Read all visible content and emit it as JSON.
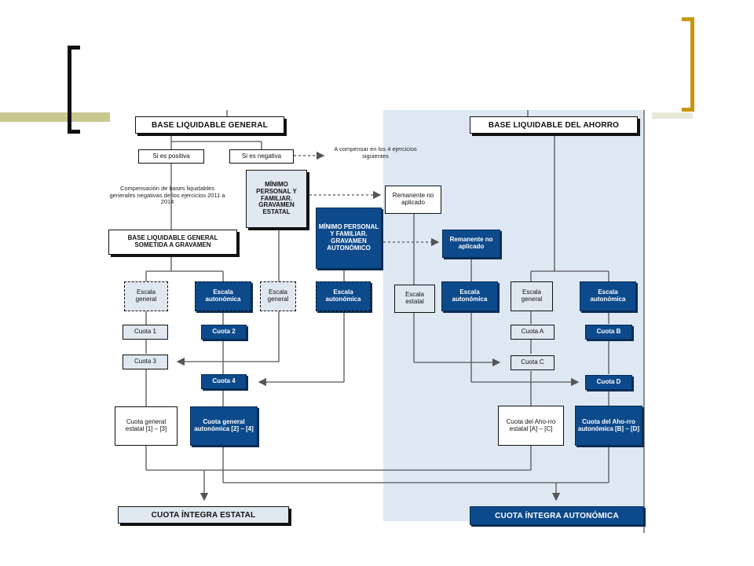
{
  "colors": {
    "bracket_left": "#111111",
    "bracket_right": "#c8960c",
    "header_bar": "#c8c890",
    "autonomic_blue": "#0d4a8c",
    "right_panel": "#dde8f3"
  },
  "diagram": {
    "base_general": "BASE LIQUIDABLE GENERAL",
    "base_ahorro": "BASE LIQUIDABLE DEL AHORRO",
    "si_positiva": "Si es positiva",
    "si_negativa": "Si es negativa",
    "compensar_note": "A compensar en los 4 ejercicios siguientes",
    "compensacion_note": "Compensación de bases liquidables generales negativas de los ejercicios 2011 a 2014",
    "minimo_estatal": "MÍNIMO PERSONAL Y FAMILIAR. GRAVAMEN ESTATAL",
    "minimo_autonomico": "MÍNIMO PERSONAL Y FAMILIAR. GRAVAMEN AUTONÓMICO",
    "remanente_1": "Remanente no aplicado",
    "remanente_2": "Remanente no aplicado",
    "base_sometida": "BASE LIQUIDABLE GENERAL SOMETIDA A GRAVAMEN",
    "escala_general_1": "Escala general",
    "escala_autonomica_1": "Escala autonómica",
    "escala_general_2": "Escala general",
    "escala_autonomica_2": "Escala autonómica",
    "escala_estatal": "Escala estatal",
    "escala_autonomica_3": "Escala autonómica",
    "escala_general_3": "Escala general",
    "escala_autonomica_4": "Escala autonómica",
    "cuota_1": "Cuota 1",
    "cuota_2": "Cuota 2",
    "cuota_3": "Cuota 3",
    "cuota_4": "Cuota 4",
    "cuota_a": "Cuota A",
    "cuota_b": "Cuota B",
    "cuota_c": "Cuota C",
    "cuota_d": "Cuota D",
    "cuota_general_estatal": "Cuota general estatal [1] – [3]",
    "cuota_general_autonomica": "Cuota general autonómica [2] – [4]",
    "cuota_ahorro_estatal": "Cuota del Aho-rro estatal [A] – [C]",
    "cuota_ahorro_autonomica": "Cuota del Aho-rro autonómica [B] – [D]",
    "cuota_integra_estatal": "CUOTA ÍNTEGRA ESTATAL",
    "cuota_integra_autonomica": "CUOTA ÍNTEGRA AUTONÓMICA"
  }
}
